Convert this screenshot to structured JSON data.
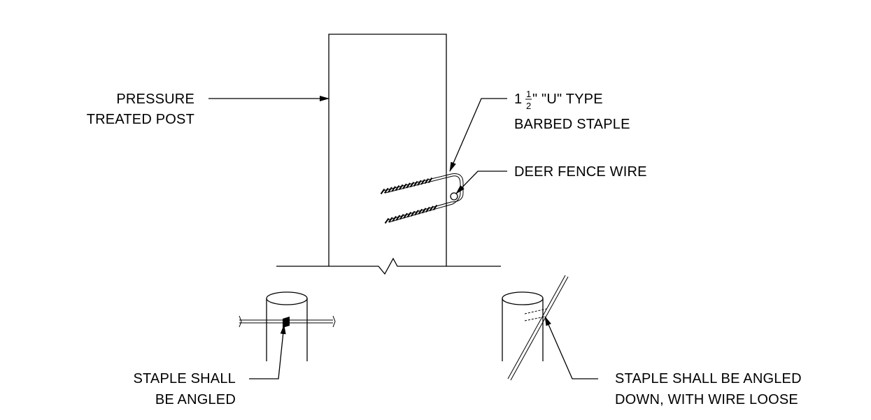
{
  "labels": {
    "post": [
      "PRESSURE",
      "TREATED POST"
    ],
    "staple_type": {
      "whole": "1",
      "numerator": "1",
      "denominator": "2",
      "rest": "\" \"U\" TYPE",
      "line2": "BARBED STAPLE"
    },
    "wire": "DEER FENCE WIRE",
    "left_note": [
      "STAPLE SHALL",
      "BE ANGLED"
    ],
    "right_note": [
      "STAPLE SHALL BE ANGLED",
      "DOWN, WITH WIRE LOOSE"
    ]
  }
}
